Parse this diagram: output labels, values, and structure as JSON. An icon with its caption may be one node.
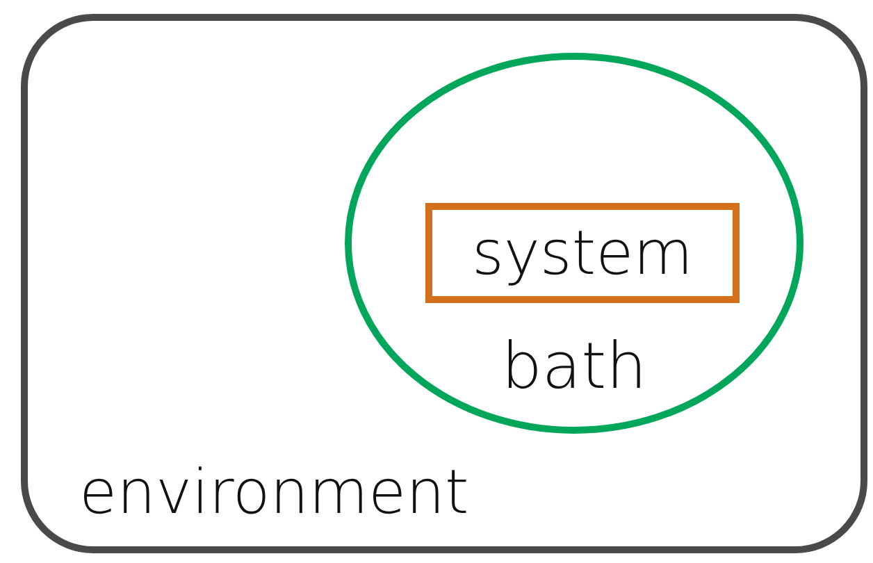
{
  "diagram": {
    "nodes": [
      {
        "text": [
          "environment"
        ]
      },
      {
        "text": [
          "bath"
        ],
        "in": 0
      },
      {
        "text": [
          "system"
        ],
        "in": 1
      }
    ]
  }
}
